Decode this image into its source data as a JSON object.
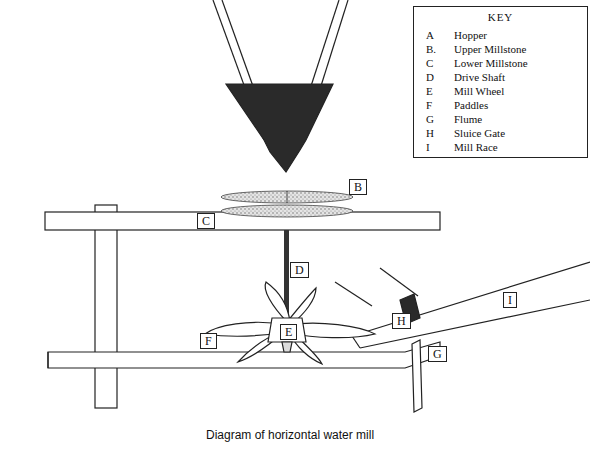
{
  "diagram": {
    "caption": "Diagram of horizontal water mill",
    "nodes": [
      {
        "text": [
          "KEY",
          "A",
          "Hopper",
          "B.",
          "Upper Millstone",
          "C",
          "Lower Millstone",
          "D",
          "Drive Shaft",
          "E",
          "Mill Wheel",
          "F",
          "Paddles",
          "G",
          "Flume",
          "H",
          "Sluice Gate",
          "I",
          "Mill Race"
        ]
      },
      {
        "text": [
          "B"
        ]
      },
      {
        "text": [
          "C"
        ]
      },
      {
        "text": [
          "D"
        ]
      },
      {
        "text": [
          "E"
        ]
      },
      {
        "text": [
          "F"
        ]
      },
      {
        "text": [
          "G"
        ]
      },
      {
        "text": [
          "H"
        ]
      },
      {
        "text": [
          "I"
        ]
      }
    ]
  }
}
